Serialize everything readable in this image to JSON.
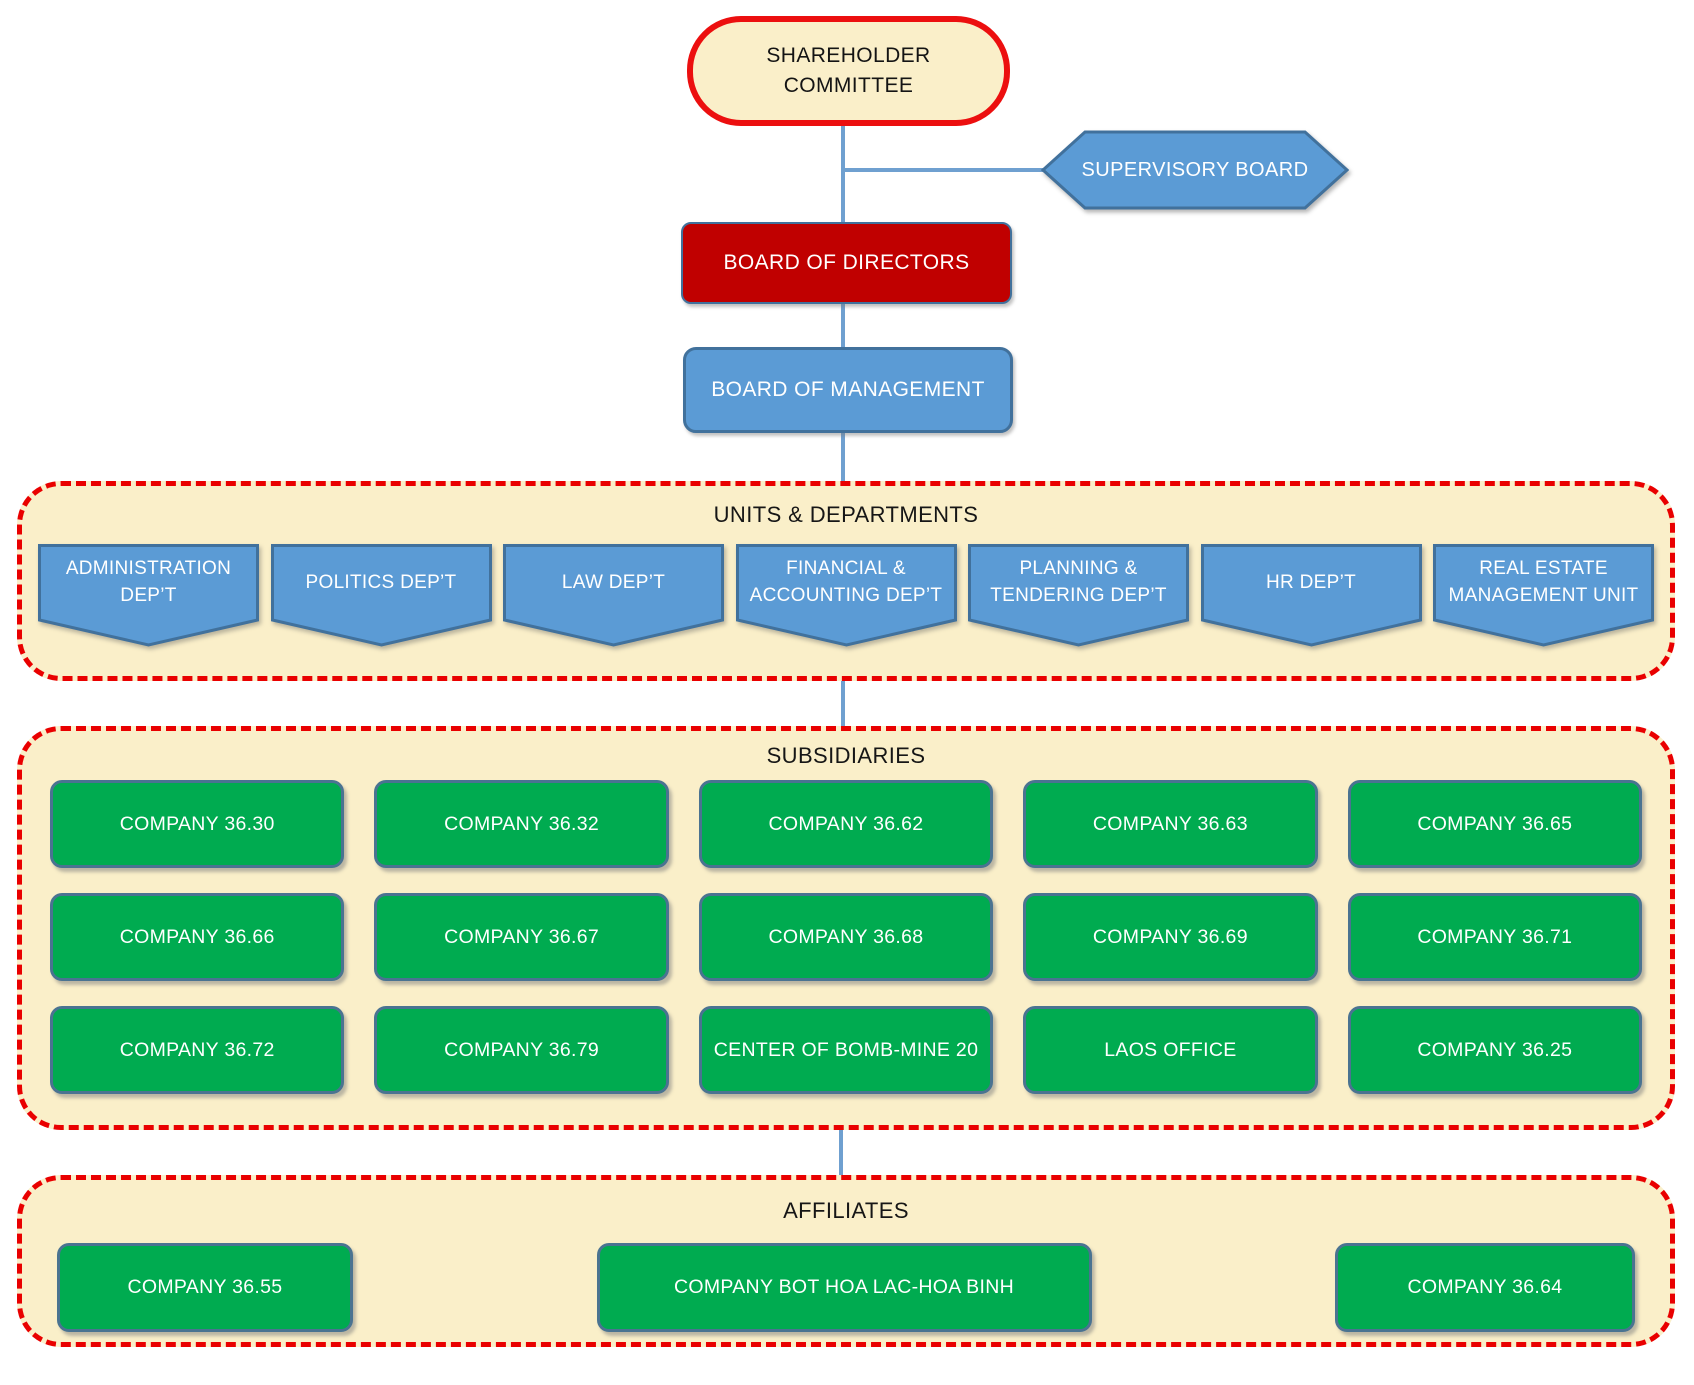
{
  "top_nodes": {
    "shareholder_committee": "SHAREHOLDER COMMITTEE",
    "supervisory_board": "SUPERVISORY BOARD",
    "board_of_directors": "BOARD OF DIRECTORS",
    "board_of_management": "BOARD OF MANAGEMENT"
  },
  "sections": {
    "units": {
      "title": "UNITS & DEPARTMENTS",
      "departments": [
        {
          "label": "ADMINISTRATION DEP’T"
        },
        {
          "label": "POLITICS DEP’T"
        },
        {
          "label": "LAW DEP’T"
        },
        {
          "label": "FINANCIAL & ACCOUNTING DEP’T"
        },
        {
          "label": "PLANNING & TENDERING DEP’T"
        },
        {
          "label": "HR DEP’T"
        },
        {
          "label": "REAL ESTATE MANAGEMENT UNIT"
        }
      ]
    },
    "subsidiaries": {
      "title": "SUBSIDIARIES",
      "companies": [
        "COMPANY 36.30",
        "COMPANY 36.32",
        "COMPANY 36.62",
        "COMPANY 36.63",
        "COMPANY 36.65",
        "COMPANY 36.66",
        "COMPANY 36.67",
        "COMPANY 36.68",
        "COMPANY 36.69",
        "COMPANY 36.71",
        "COMPANY 36.72",
        "COMPANY 36.79",
        "CENTER OF BOMB-MINE 20",
        "LAOS OFFICE",
        "COMPANY 36.25"
      ]
    },
    "affiliates": {
      "title": "AFFILIATES",
      "companies": [
        "COMPANY 36.55",
        "COMPANY BOT HOA LAC-HOA BINH",
        "COMPANY 36.64"
      ]
    }
  },
  "colors": {
    "cream": "#FAEFC9",
    "red_bright": "#EC0F0F",
    "red_dash": "#E90000",
    "blue_fill": "#5B9BD5",
    "blue_border": "#41719C",
    "dark_red": "#C00000",
    "green_fill": "#00AB50",
    "green_border": "#4A7391",
    "connector": "#6FA0D0"
  }
}
